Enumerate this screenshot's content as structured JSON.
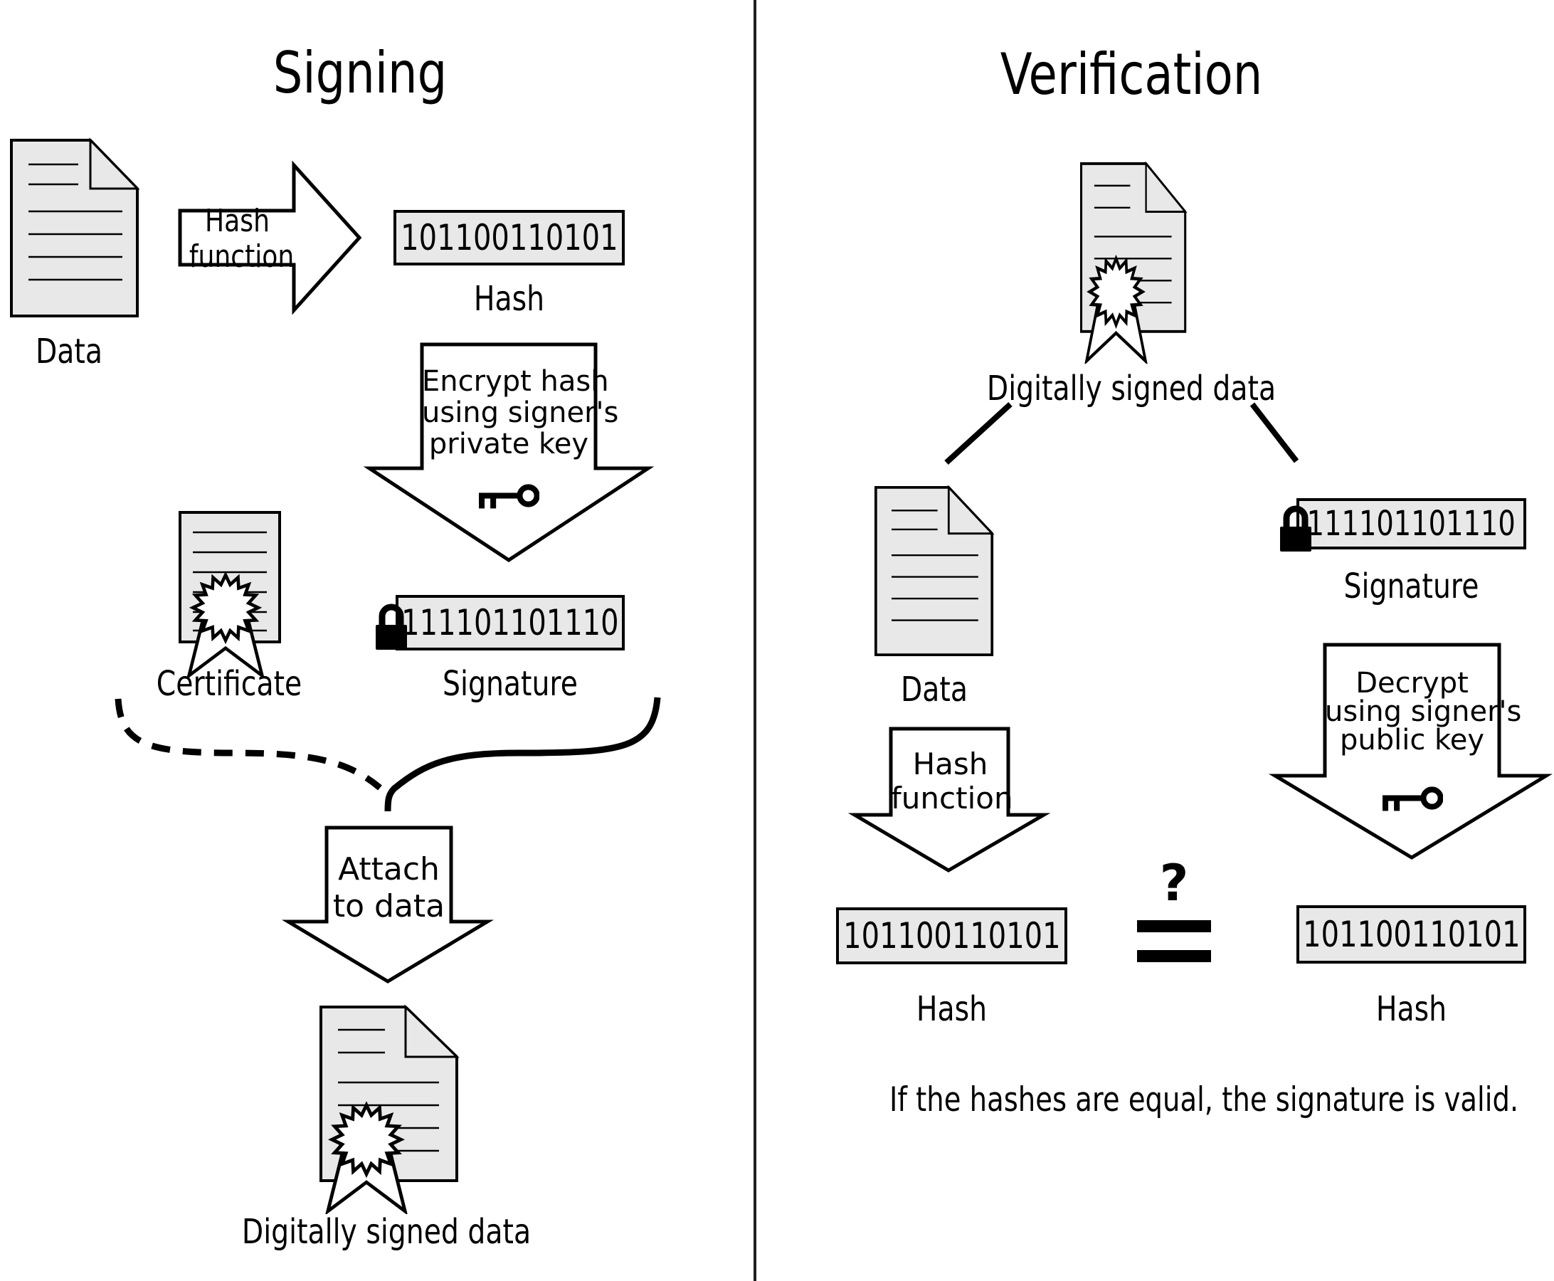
{
  "colors": {
    "background": "#ffffff",
    "doc_fill": "#e8e8e8",
    "box_fill": "#e8e8e8",
    "stroke": "#000000",
    "divider": "#1f1f1f"
  },
  "signing": {
    "title": "Signing",
    "data_doc_label": "Data",
    "hash_arrow_line1": "Hash",
    "hash_arrow_line2": "function",
    "hash_value": "101100110101",
    "hash_label": "Hash",
    "encrypt_line1": "Encrypt hash",
    "encrypt_line2": "using signer's",
    "encrypt_line3": "private key",
    "certificate_label": "Certificate",
    "signature_value": "111101101110",
    "signature_label": "Signature",
    "attach_line1": "Attach",
    "attach_line2": "to data",
    "signed_data_label": "Digitally signed data"
  },
  "verification": {
    "title": "Verification",
    "signed_data_label": "Digitally signed data",
    "data_doc_label": "Data",
    "signature_value": "111101101110",
    "signature_label": "Signature",
    "hash_arrow_line1": "Hash",
    "hash_arrow_line2": "function",
    "decrypt_line1": "Decrypt",
    "decrypt_line2": "using signer's",
    "decrypt_line3": "public key",
    "hash_left_value": "101100110101",
    "hash_left_label": "Hash",
    "hash_right_value": "101100110101",
    "hash_right_label": "Hash",
    "comparison_question": "?",
    "conclusion": "If the hashes are equal, the signature is valid."
  }
}
